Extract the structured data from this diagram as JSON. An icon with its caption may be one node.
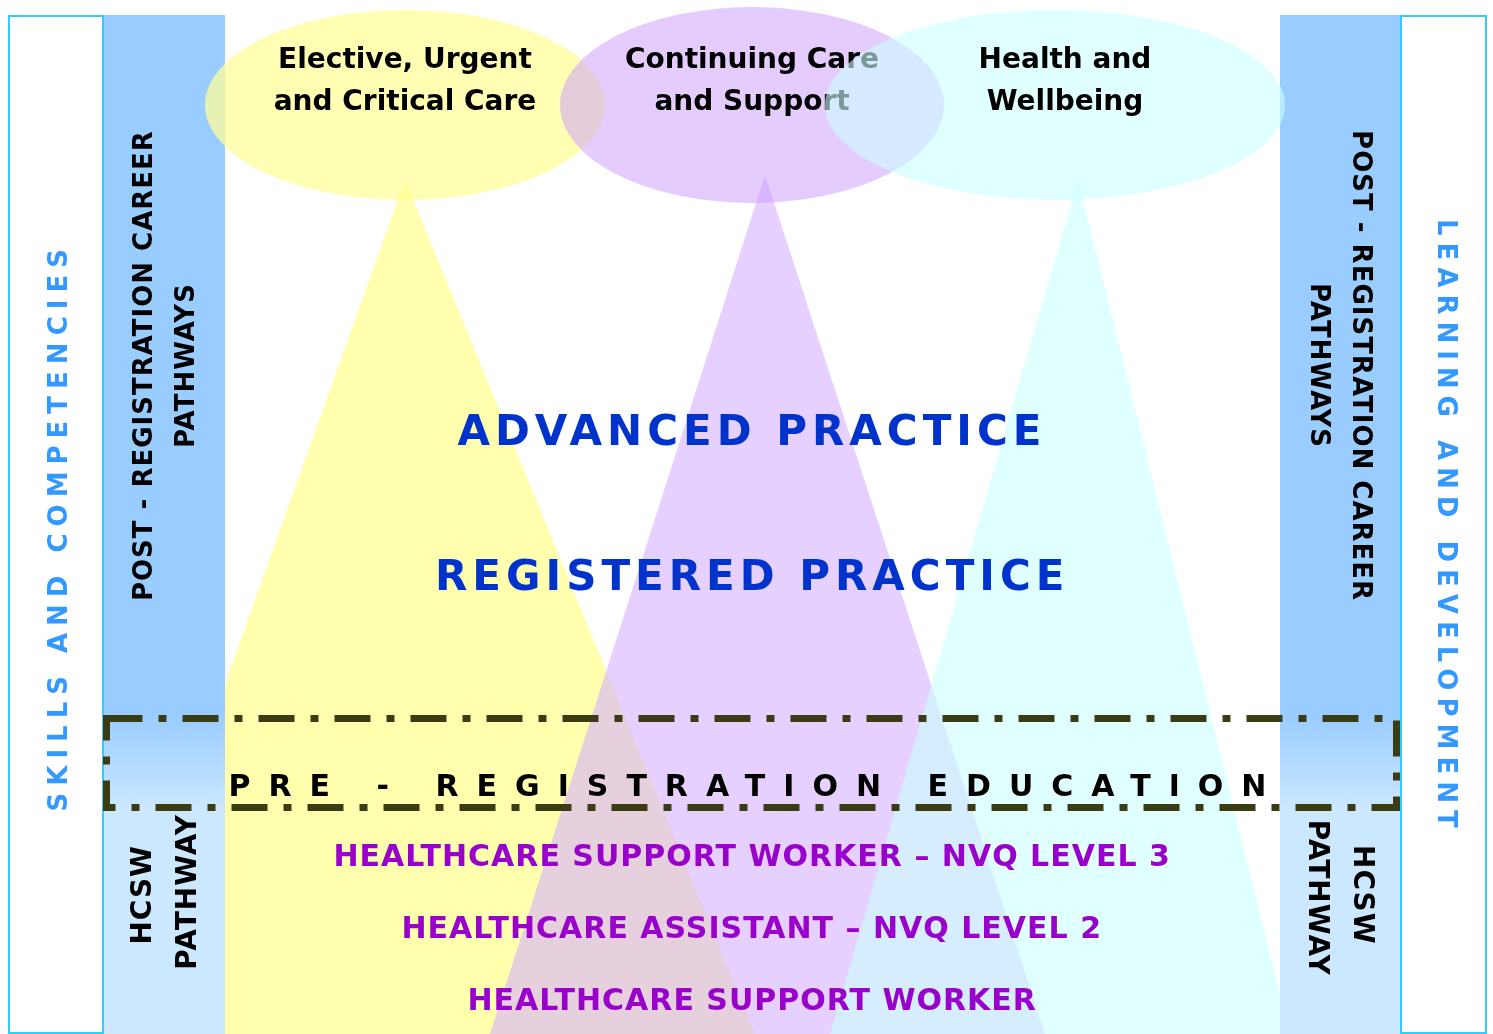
{
  "diagram": {
    "nodes": [
      {
        "text": [
          "SKILLS AND COMPETENCIES"
        ]
      },
      {
        "text": [
          "POST - REGISTRATION CAREER PATHWAYS"
        ]
      },
      {
        "text": [
          "HCSW PATHWAY"
        ]
      },
      {
        "text": [
          "Elective, Urgent and Critical Care"
        ]
      },
      {
        "text": [
          "Continuing Care and Support"
        ]
      },
      {
        "text": [
          "Health and Wellbeing"
        ]
      },
      {
        "text": [
          "POST - REGISTRATION CAREER PATHWAYS"
        ]
      },
      {
        "text": [
          "HCSW PATHWAY"
        ]
      },
      {
        "text": [
          "LEARNING AND DEVELOPMENT"
        ]
      },
      {
        "text": [
          "PRE - REGISTRATION EDUCATION"
        ]
      }
    ],
    "labels": [
      "ADVANCED PRACTICE",
      "REGISTERED PRACTICE",
      "HEALTHCARE SUPPORT WORKER – NVQ LEVEL 3",
      "HEALTHCARE ASSISTANT – NVQ LEVEL 2",
      "HEALTHCARE SUPPORT WORKER"
    ]
  }
}
